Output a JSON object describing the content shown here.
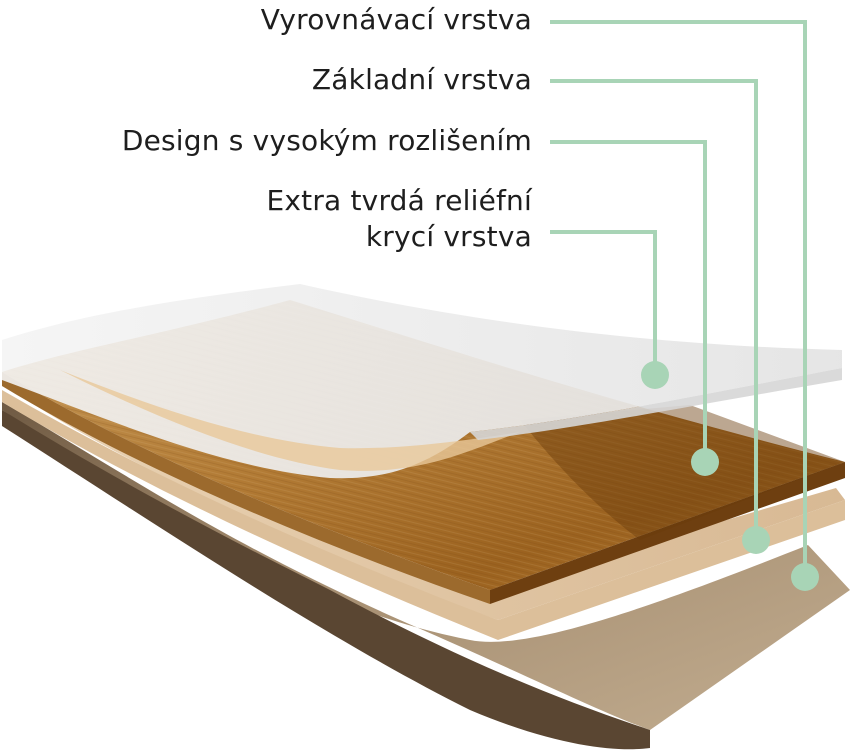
{
  "layers": [
    {
      "id": "leveling",
      "label": "Vyrovnávací vrstva"
    },
    {
      "id": "base",
      "label": "Základní vrstva"
    },
    {
      "id": "design",
      "label": "Design s vysokým rozlišením"
    },
    {
      "id": "overlay",
      "label_line1": "Extra tvrdá reliéfní",
      "label_line2": "krycí vrstva"
    }
  ],
  "colors": {
    "callout": "#a8d4b6",
    "text": "#1e1e1e",
    "wood_light": "#c99a55",
    "wood_dark": "#8a5519",
    "core": "#ead3b4",
    "backing": "#9b8367"
  }
}
